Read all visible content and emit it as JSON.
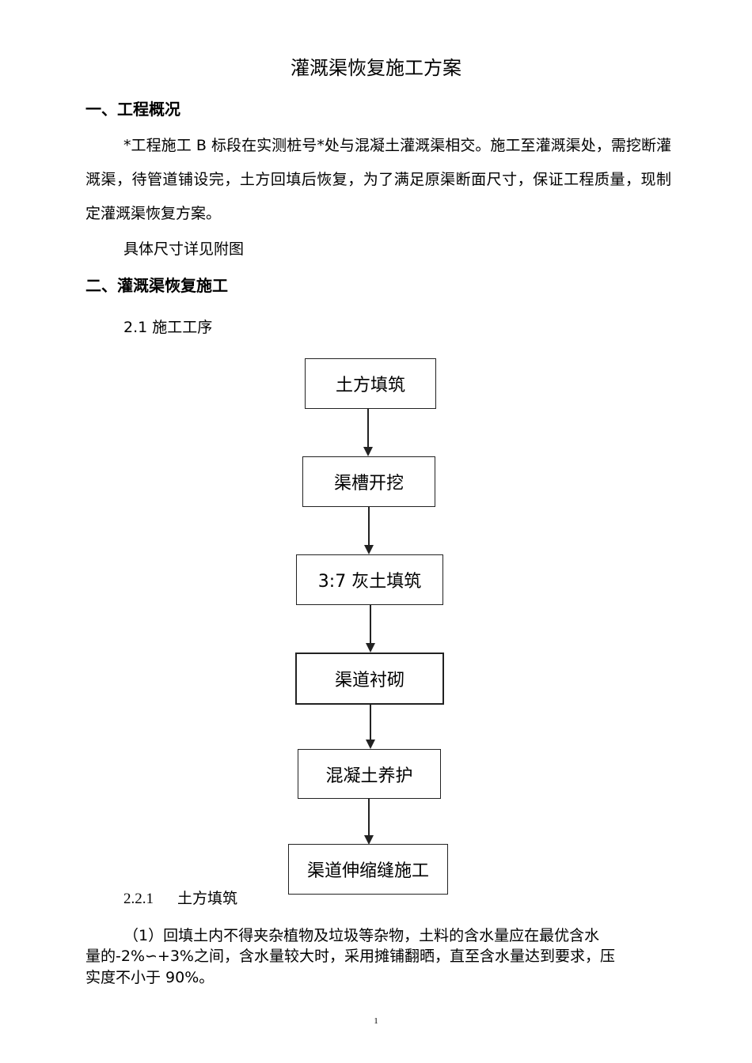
{
  "doc": {
    "title": "灌溉渠恢复施工方案",
    "section1": {
      "heading": "一、工程概况",
      "para1": "*工程施工 B 标段在实测桩号*处与混凝土灌溉渠相交。施工至灌溉渠处，需挖断灌溉渠，待管道铺设完，土方回填后恢复，为了满足原渠断面尺寸，保证工程质量，现制定灌溉渠恢复方案。",
      "para2": "具体尺寸详见附图"
    },
    "section2": {
      "heading": "二、灌溉渠恢复施工",
      "sub1": "2.1 施工工序",
      "sub2_num": "2.2.1",
      "sub2_title": "土方填筑",
      "item1_line1": "（1）回填土内不得夹杂植物及垃圾等杂物，土料的含水量应在最优含水",
      "item1_line2": "量的-2%∽+3%之间，含水量较大时，采用摊铺翻晒，直至含水量达到要求，压",
      "item1_line3": "实度不小于 90%。"
    },
    "flowchart": {
      "steps": [
        "土方填筑",
        "渠槽开挖",
        "3:7 灰土填筑",
        "渠道衬砌",
        "混凝土养护",
        "渠道伸缩缝施工"
      ]
    },
    "page_number": "1"
  }
}
